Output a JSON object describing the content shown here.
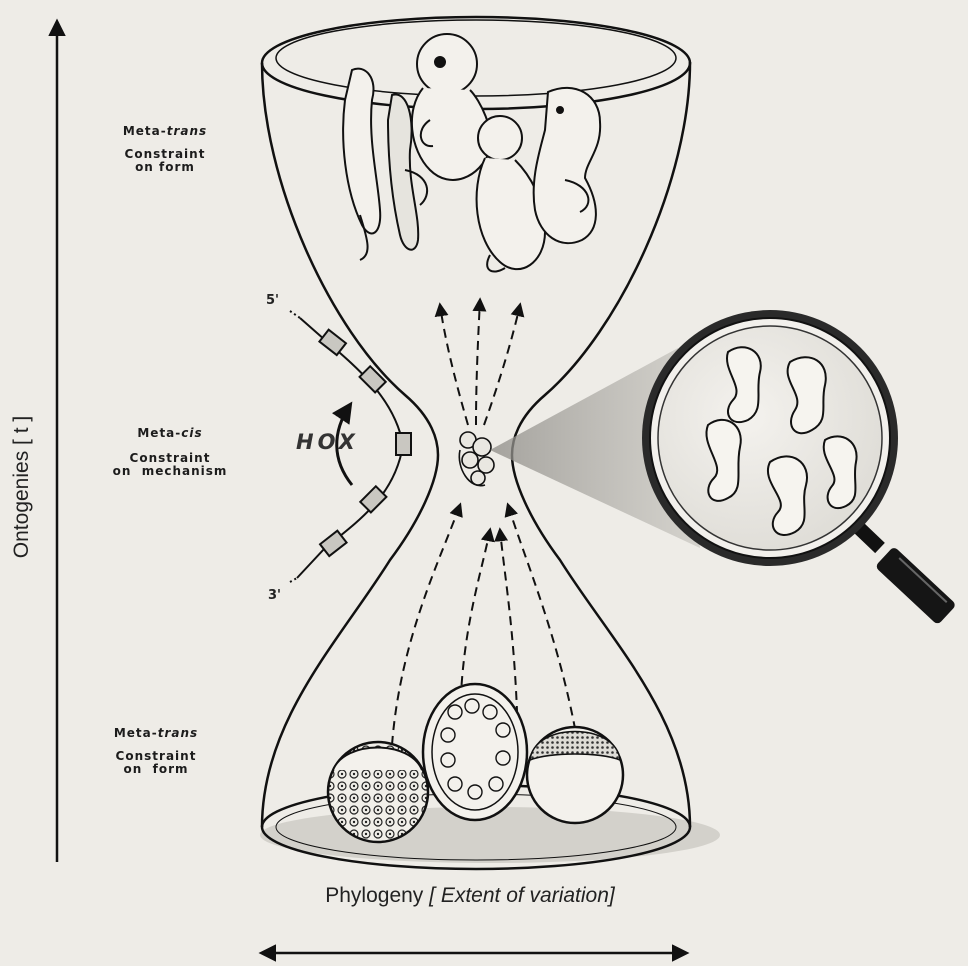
{
  "axes": {
    "vertical_label": "Ontogenies [ t ]",
    "horizontal_label_main": "Phylogeny",
    "horizontal_label_italic": "[ Extent of variation]"
  },
  "levels": {
    "top": {
      "prefix": "Meta-",
      "suffix": "trans",
      "sub1": "Constraint",
      "sub2": "on form"
    },
    "middle": {
      "prefix": "Meta-",
      "suffix": "cis",
      "sub1": "Constraint",
      "sub2": "on  mechanism"
    },
    "bottom": {
      "prefix": "Meta-",
      "suffix": "trans",
      "sub1": "Constraint",
      "sub2": "on  form"
    }
  },
  "gene_cluster": {
    "label": "HOX",
    "five_prime": "5'",
    "three_prime": "3'"
  },
  "colors": {
    "background": "#eeece7",
    "ink": "#1a1a1a",
    "shade": "#b8b6b0"
  },
  "icons": {
    "hourglass": "hourglass-icon",
    "magnifier": "magnifying-glass-icon",
    "late_embryos": "fetus-icon",
    "eggs": "egg-icon",
    "phylotypic_embryos": "embryo-icon"
  }
}
